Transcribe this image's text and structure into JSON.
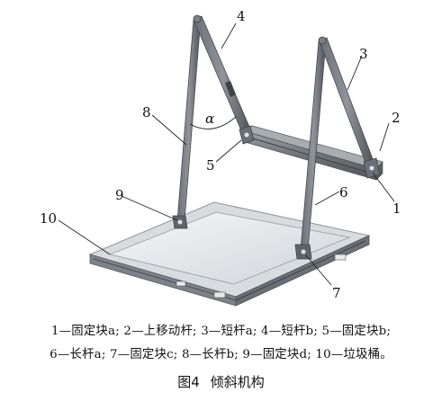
{
  "callouts": {
    "n1": "1",
    "n2": "2",
    "n3": "3",
    "n4": "4",
    "n5": "5",
    "n6": "6",
    "n7": "7",
    "n8": "8",
    "n9": "9",
    "n10": "10",
    "angle": "α"
  },
  "legend": {
    "line1": "1—固定块a; 2—上移动杆; 3—短杆a; 4—短杆b; 5—固定块b;",
    "line2": "6—长杆a; 7—固定块c; 8—长杆b; 9—固定块d; 10—垃圾桶。"
  },
  "caption": {
    "number": "图4",
    "title": "倾斜机构"
  },
  "colors": {
    "rod_dark": "#55595e",
    "rod_light": "#8a8f95",
    "tray_light": "#e4e7ea",
    "tray_edge": "#9aa0a6"
  }
}
